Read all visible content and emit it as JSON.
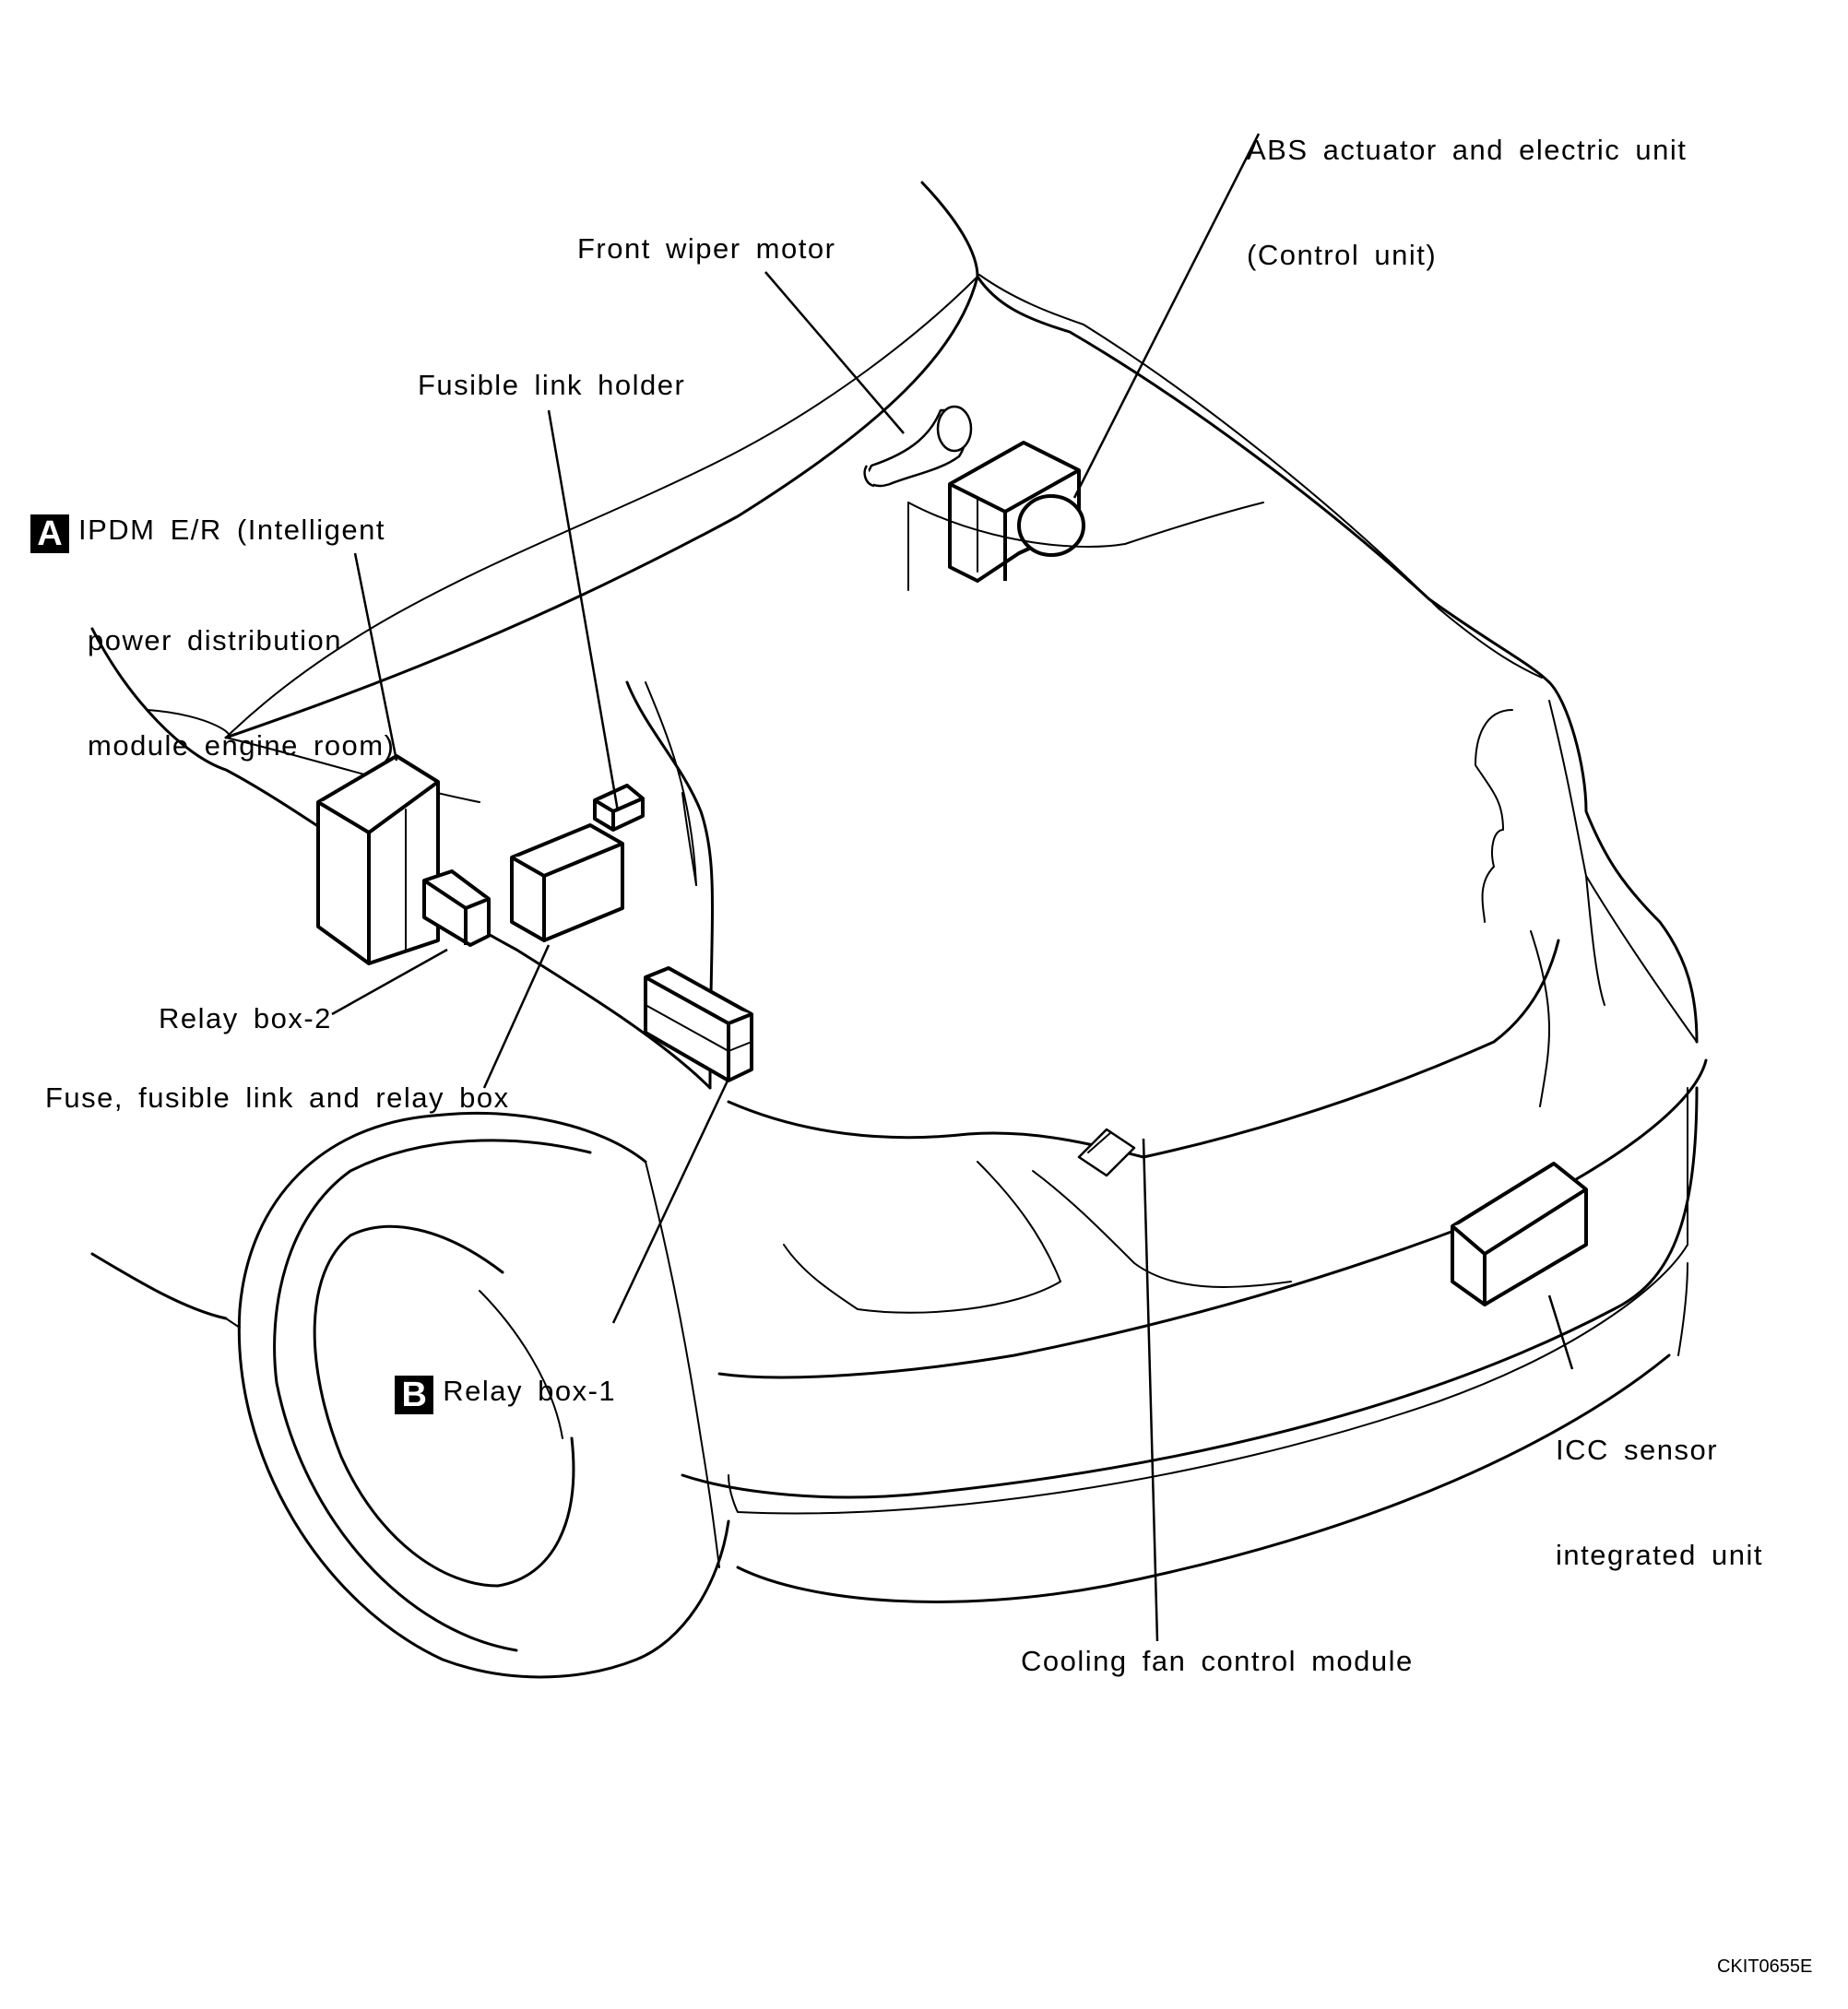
{
  "labels": {
    "abs": [
      "ABS actuator and electric unit",
      "(Control unit)"
    ],
    "wiper": "Front wiper motor",
    "fusible_holder": "Fusible link holder",
    "ipdm_marker": "A",
    "ipdm": [
      "IPDM E/R (Intelligent",
      "power distribution",
      "module engine room)"
    ],
    "relay_box_2": "Relay box-2",
    "fuse_box": "Fuse, fusible link and relay box",
    "relay_box_1_marker": "B",
    "relay_box_1": "Relay box-1",
    "icc": [
      "ICC sensor",
      "integrated unit"
    ],
    "cooling_fan": "Cooling fan control module"
  },
  "figure_code": "CKIT0655E"
}
